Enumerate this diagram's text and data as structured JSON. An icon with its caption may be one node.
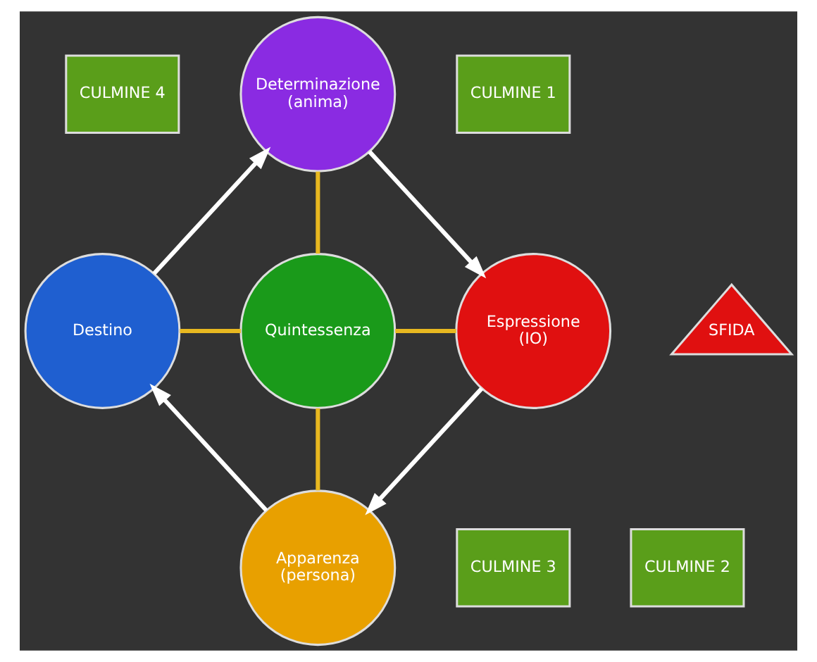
{
  "diagram": {
    "nodes": [
      {
        "text": [
          "CULMINE 4"
        ]
      },
      {
        "text": [
          "Determinazione (anima)"
        ]
      },
      {
        "text": [
          "CULMINE 1"
        ]
      },
      {
        "text": [
          "Destino"
        ]
      },
      {
        "text": [
          "Quintessenza"
        ]
      },
      {
        "text": [
          "Espressione (IO)"
        ]
      },
      {
        "text": [
          "SFIDA"
        ]
      },
      {
        "text": [
          "CULMINE 3"
        ]
      },
      {
        "text": [
          "Apparenza (persona)"
        ]
      },
      {
        "text": [
          "CULMINE 2"
        ]
      }
    ],
    "edges": [
      {
        "from": 1,
        "to": 5,
        "arrow": "to"
      },
      {
        "from": 5,
        "to": 8,
        "arrow": "to"
      },
      {
        "from": 8,
        "to": 3,
        "arrow": "to"
      },
      {
        "from": 3,
        "to": 1,
        "arrow": "to"
      },
      {
        "from": 1,
        "to": 4,
        "arrow": "none",
        "color": "#e8b820"
      },
      {
        "from": 3,
        "to": 4,
        "arrow": "none",
        "color": "#e8b820"
      },
      {
        "from": 4,
        "to": 5,
        "arrow": "none",
        "color": "#e8b820"
      },
      {
        "from": 4,
        "to": 8,
        "arrow": "none",
        "color": "#e8b820"
      }
    ]
  }
}
